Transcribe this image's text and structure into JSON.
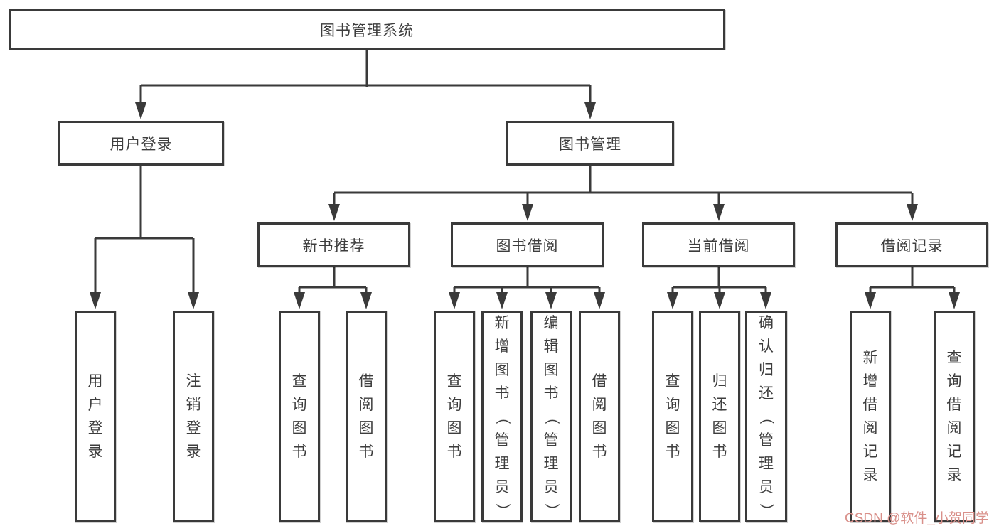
{
  "diagram": {
    "title": "图书管理系统",
    "level2": [
      {
        "label": "用户登录"
      },
      {
        "label": "图书管理"
      }
    ],
    "level3": [
      {
        "label": "新书推荐",
        "parent": "图书管理"
      },
      {
        "label": "图书借阅",
        "parent": "图书管理"
      },
      {
        "label": "当前借阅",
        "parent": "图书管理"
      },
      {
        "label": "借阅记录",
        "parent": "图书管理"
      }
    ],
    "leaves": [
      {
        "label": "用户登录",
        "parent": "用户登录"
      },
      {
        "label": "注销登录",
        "parent": "用户登录"
      },
      {
        "label": "查询图书",
        "parent": "新书推荐"
      },
      {
        "label": "借阅图书",
        "parent": "新书推荐"
      },
      {
        "label": "查询图书",
        "parent": "图书借阅"
      },
      {
        "label": "新增图书（管理员）",
        "parent": "图书借阅"
      },
      {
        "label": "编辑图书（管理员）",
        "parent": "图书借阅"
      },
      {
        "label": "借阅图书",
        "parent": "图书借阅"
      },
      {
        "label": "查询图书",
        "parent": "当前借阅"
      },
      {
        "label": "归还图书",
        "parent": "当前借阅"
      },
      {
        "label": "确认归还（管理员）",
        "parent": "当前借阅"
      },
      {
        "label": "新增借阅记录",
        "parent": "借阅记录"
      },
      {
        "label": "查询借阅记录",
        "parent": "借阅记录"
      }
    ],
    "colors": {
      "line": "#3a3a3a",
      "text": "#3d3d3d",
      "box_background": "#ffffff",
      "page_background": "#ffffff"
    }
  },
  "watermark": {
    "text": "CSDN @软件_小贺同学",
    "color": "#d9908a"
  }
}
